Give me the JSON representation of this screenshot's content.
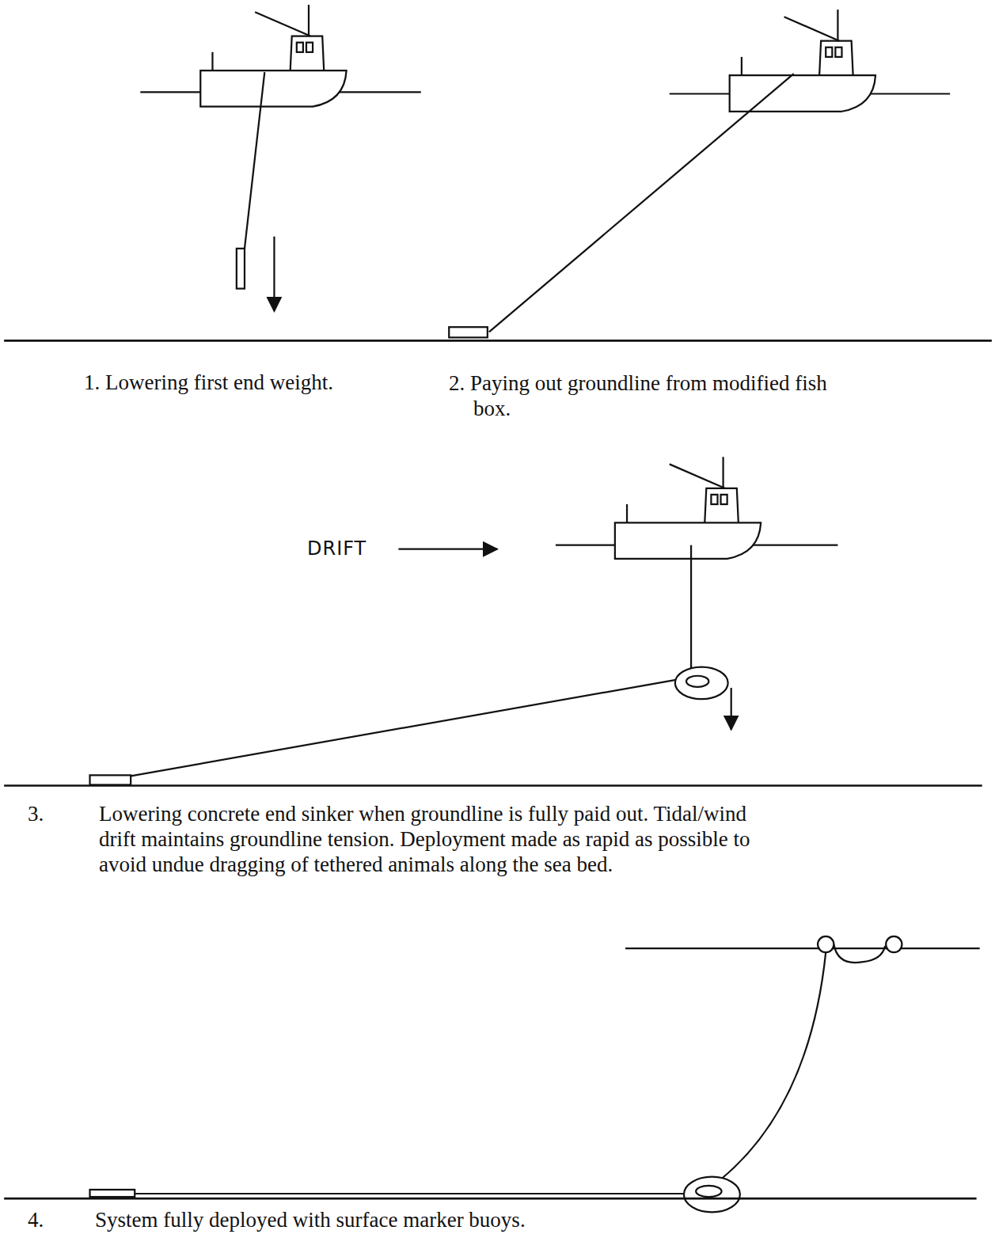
{
  "diagram": {
    "labels": [
      "1. Lowering first end weight.",
      "2. Paying out groundline from modified fish box.",
      "DRIFT",
      "3.",
      "Lowering concrete end sinker when groundline is fully paid out. Tidal/wind drift maintains groundline tension. Deployment made as rapid as possible to avoid undue dragging of tethered animals along the sea bed.",
      "4.",
      "System fully deployed with surface marker buoys."
    ]
  }
}
